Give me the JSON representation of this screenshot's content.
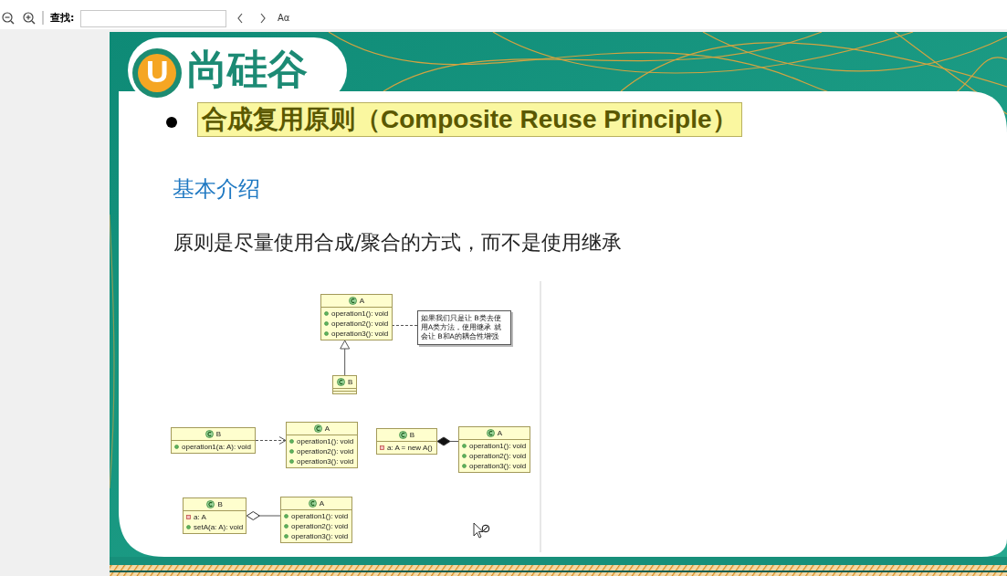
{
  "diagram": {
    "title": "合成复用原则（Composite Reuse Principle）",
    "nodes": [
      {
        "text": [
          "A",
          "operation1(): void",
          "operation2(): void",
          "operation3(): void"
        ]
      },
      {
        "text": [
          "如果我们只是让 B类去使用A类方法，使用继承 就会让 B和A的耦合性增强"
        ]
      },
      {
        "text": [
          "B"
        ]
      },
      {
        "text": [
          "B",
          "operation1(a: A): void"
        ]
      },
      {
        "text": [
          "A",
          "operation1(): void",
          "operation2(): void",
          "operation3(): void"
        ]
      },
      {
        "text": [
          "B",
          "a: A = new A()"
        ]
      },
      {
        "text": [
          "A",
          "operation1(): void",
          "operation2(): void",
          "operation3(): void"
        ]
      },
      {
        "text": [
          "B",
          "a: A",
          "setA(a: A): void"
        ]
      },
      {
        "text": [
          "A",
          "operation1(): void",
          "operation2(): void",
          "operation3(): void"
        ]
      }
    ],
    "edges": [
      {
        "from": 2,
        "to": 0,
        "arrow": "to"
      },
      {
        "from": 1,
        "to": 0,
        "arrow": "none"
      },
      {
        "from": 3,
        "to": 4,
        "arrow": "to"
      },
      {
        "from": 6,
        "to": 5,
        "arrow": "to"
      },
      {
        "from": 8,
        "to": 7,
        "arrow": "to"
      }
    ],
    "labels": [
      "查找:",
      "Aα",
      "U",
      "尚硅谷",
      "基本介绍",
      "原则是尽量使用合成/聚合的方式，而不是使用继承"
    ]
  }
}
